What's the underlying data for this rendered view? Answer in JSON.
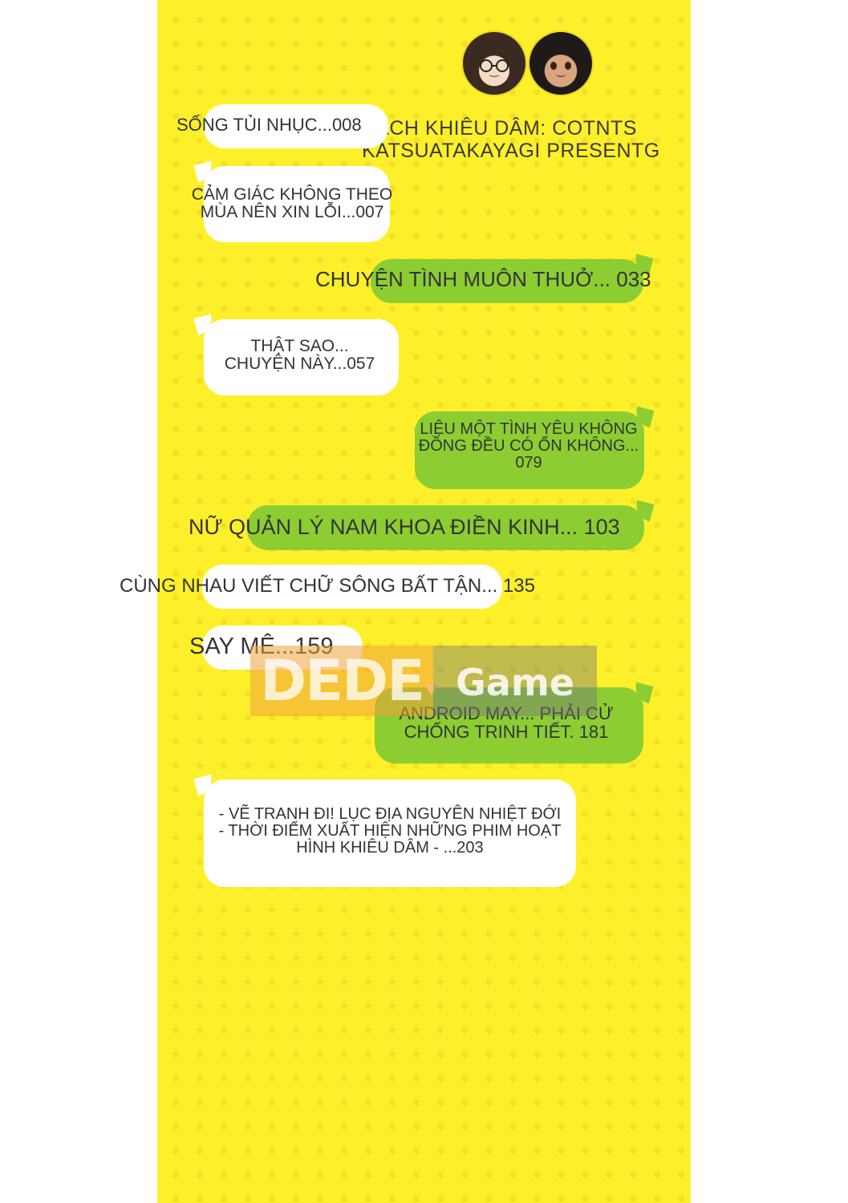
{
  "title": {
    "line1": "SÁCH KHIÊU DÂM: COTNTS",
    "line2": "KATSUATAKAYAGI PRESENTG"
  },
  "avatars": [
    {
      "icon": "girl-with-glasses-avatar-icon"
    },
    {
      "icon": "tanned-girl-avatar-icon"
    }
  ],
  "chapters": [
    {
      "text": "SỐNG TỦI NHỤC...008"
    },
    {
      "line1": "CẢM GIÁC KHÔNG THEO",
      "line2": "MÙA NÊN XIN LỖI...007"
    },
    {
      "text": "CHUYỆN TÌNH MUÔN THUỞ... 033"
    },
    {
      "line1": "THẬT SAO...",
      "line2": "CHUYỆN NÀY...057"
    },
    {
      "line1": "LIỆU MỘT TÌNH YÊU KHÔNG",
      "line2": "ĐỒNG ĐỀU CÓ ỔN KHÔNG...",
      "line3": "079"
    },
    {
      "text": "NỮ QUẢN LÝ NAM KHOA ĐIỀN KINH... 103"
    },
    {
      "text": "CÙNG NHAU VIẾT CHỮ SÔNG BẤT TẬN... 135"
    },
    {
      "text": "SAY MÊ...159"
    },
    {
      "line1": "ANDROID MAY... PHẢI CỬ",
      "line2": "CHỐNG TRINH TIẾT. 181"
    },
    {
      "line1": "- VẼ TRANH ĐI! LỤC ĐỊA NGUYÊN NHIỆT ĐỚI",
      "line2": "- THỜI ĐIỂM XUẤT HIỆN NHỮNG PHIM HOẠT",
      "line3": "HÌNH KHIÊU DÂM - ...203"
    }
  ],
  "watermark": {
    "left": "DEDE",
    "right": "Game"
  },
  "colors": {
    "panel": "#fdf02a",
    "dots": "#f5de28",
    "green_bubble": "#8ccd32",
    "white_bubble": "#ffffff",
    "text": "#333338"
  }
}
